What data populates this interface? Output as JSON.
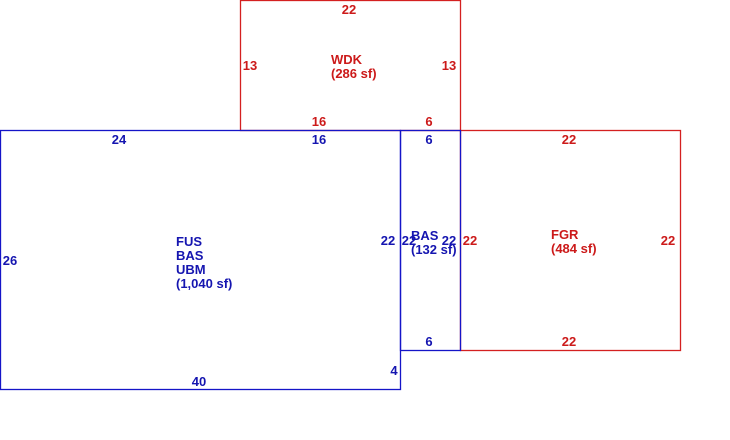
{
  "colors": {
    "living_area": "#1515c8",
    "other_area": "#d42020"
  },
  "areas": {
    "wdk": {
      "code": "WDK",
      "area": "(286 sf)",
      "dims": {
        "top": "22",
        "left": "13",
        "right": "13",
        "bottom_left": "16",
        "bottom_right": "6"
      }
    },
    "main": {
      "codes": [
        "FUS",
        "BAS",
        "UBM"
      ],
      "area": "(1,040 sf)",
      "dims": {
        "top_left": "24",
        "top_right": "16",
        "left": "26",
        "right": "22",
        "bottom": "40",
        "small_right": "4"
      }
    },
    "bas_small": {
      "code": "BAS",
      "area": "(132 sf)",
      "dims": {
        "top": "6",
        "bottom": "6",
        "left": "22",
        "right": "22"
      }
    },
    "fgr": {
      "code": "FGR",
      "area": "(484 sf)",
      "dims": {
        "top": "22",
        "bottom": "22",
        "left": "22",
        "right": "22"
      }
    }
  }
}
